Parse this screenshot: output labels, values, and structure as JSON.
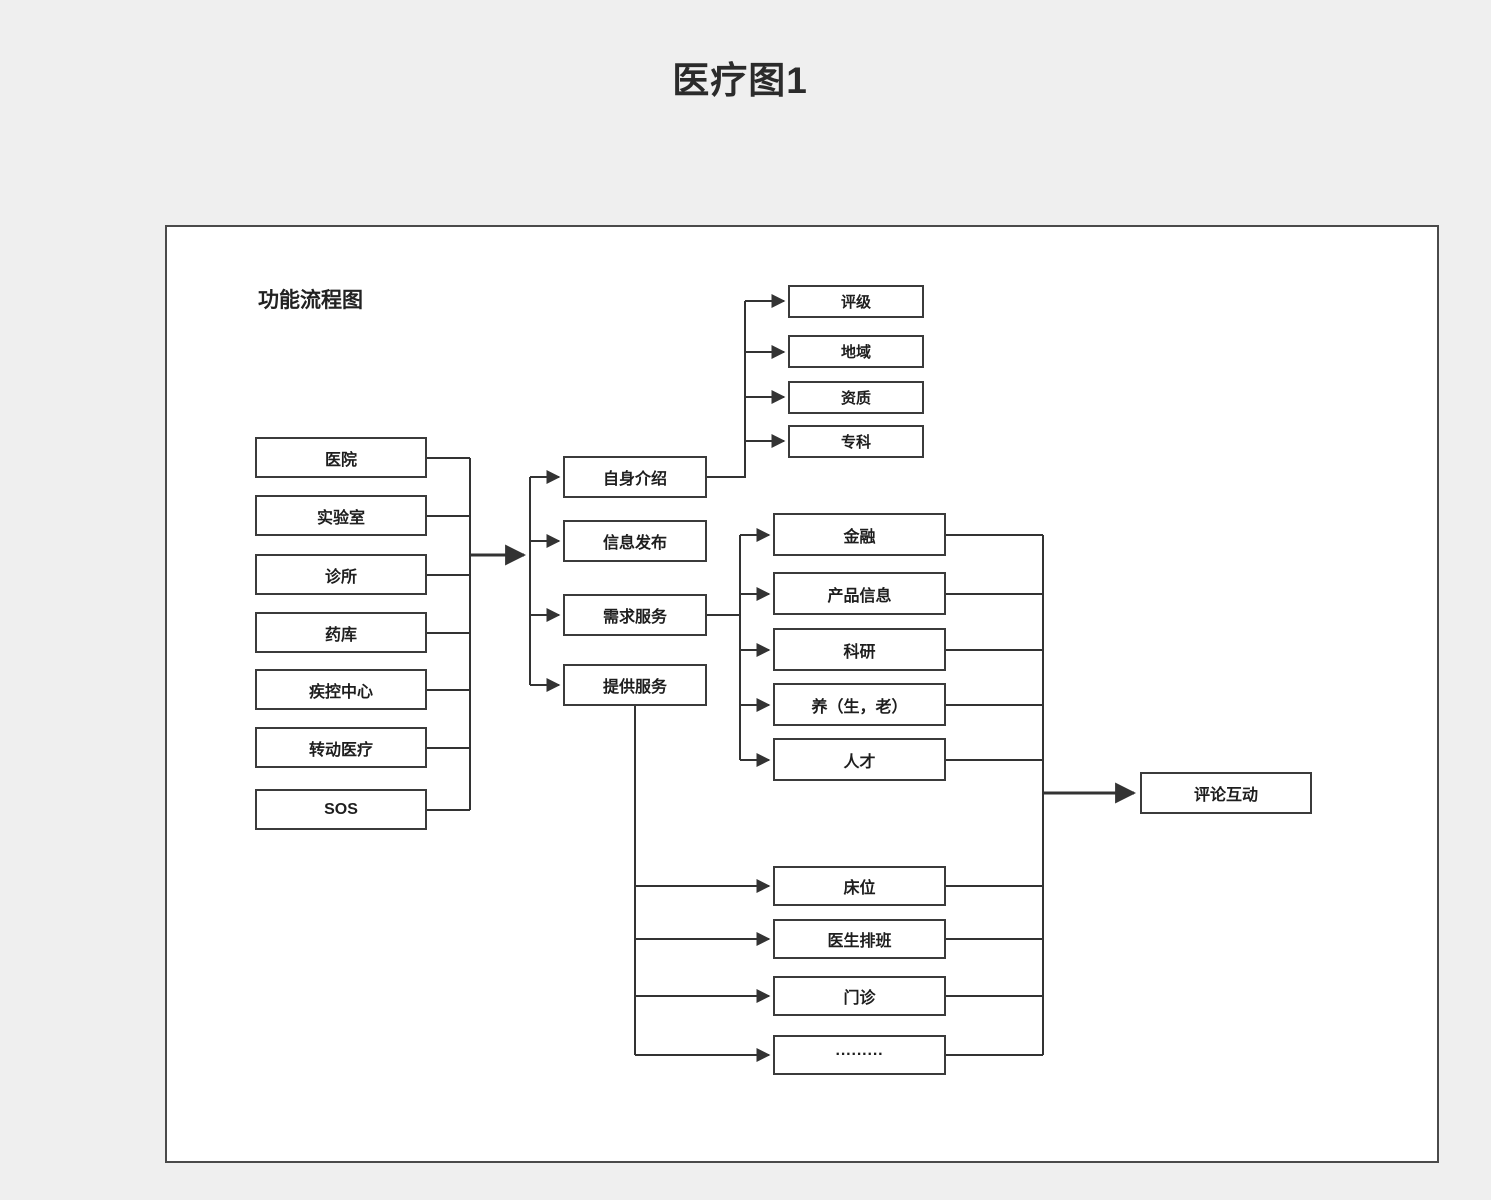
{
  "title": "医疗图1",
  "diagram_label": "功能流程图",
  "nodes": {
    "left": [
      "医院",
      "实验室",
      "诊所",
      "药库",
      "疾控中心",
      "转动医疗",
      "SOS"
    ],
    "middle": [
      "自身介绍",
      "信息发布",
      "需求服务",
      "提供服务"
    ],
    "top_right": [
      "评级",
      "地域",
      "资质",
      "专科"
    ],
    "right": [
      "金融",
      "产品信息",
      "科研",
      "养（生，老）",
      "人才"
    ],
    "bottom": [
      "床位",
      "医生排班",
      "门诊",
      "·········"
    ],
    "final": "评论互动"
  },
  "colors": {
    "page_background": "#efefef",
    "canvas_background": "#ffffff",
    "node_border": "#3b3b3b",
    "line": "#333333",
    "text": "#1e1e1e"
  }
}
